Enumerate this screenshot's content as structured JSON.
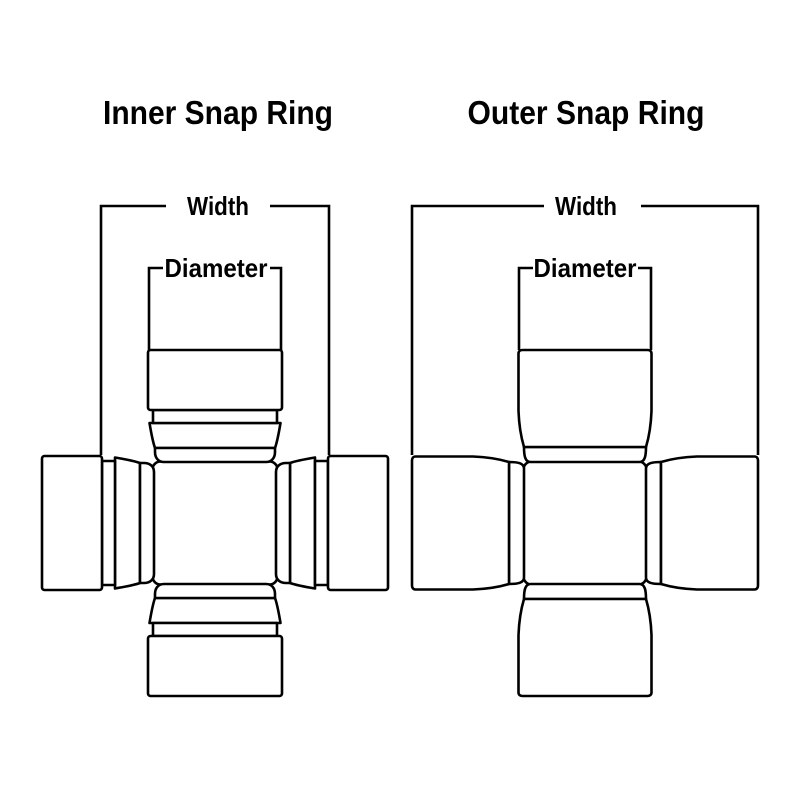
{
  "colors": {
    "line": "#000000",
    "background": "#ffffff"
  },
  "diagrams": [
    {
      "title": "Inner Snap Ring",
      "width_label": "Width",
      "diameter_label": "Diameter"
    },
    {
      "title": "Outer Snap Ring",
      "width_label": "Width",
      "diameter_label": "Diameter"
    }
  ]
}
